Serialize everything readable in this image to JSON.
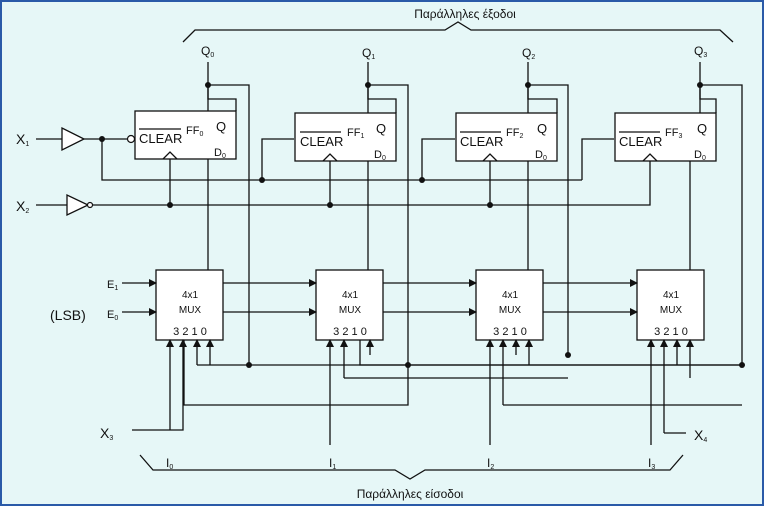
{
  "labels": {
    "outputs_title": "Παράλληλες έξοδοι",
    "inputs_title": "Παράλληλες είσοδοι",
    "clear": "CLEAR",
    "q": "Q",
    "d": "D",
    "d_sub": "0",
    "mux_line1": "4x1",
    "mux_line2": "MUX",
    "mux_pins": "3 2 1 0",
    "lsb": "(LSB)"
  },
  "controls": {
    "x1": "X",
    "x1_sub": "1",
    "x2": "X",
    "x2_sub": "2",
    "x3": "X",
    "x3_sub": "3",
    "x4": "X",
    "x4_sub": "4",
    "e1": "E",
    "e1_sub": "1",
    "e0": "E",
    "e0_sub": "0"
  },
  "outputs": [
    {
      "name": "Q",
      "sub": "0"
    },
    {
      "name": "Q",
      "sub": "1"
    },
    {
      "name": "Q",
      "sub": "2"
    },
    {
      "name": "Q",
      "sub": "3"
    }
  ],
  "inputs": [
    {
      "name": "I",
      "sub": "0"
    },
    {
      "name": "I",
      "sub": "1"
    },
    {
      "name": "I",
      "sub": "2"
    },
    {
      "name": "I",
      "sub": "3"
    }
  ],
  "flipflops": [
    {
      "name": "FF",
      "sub": "0"
    },
    {
      "name": "FF",
      "sub": "1"
    },
    {
      "name": "FF",
      "sub": "2"
    },
    {
      "name": "FF",
      "sub": "3"
    }
  ]
}
